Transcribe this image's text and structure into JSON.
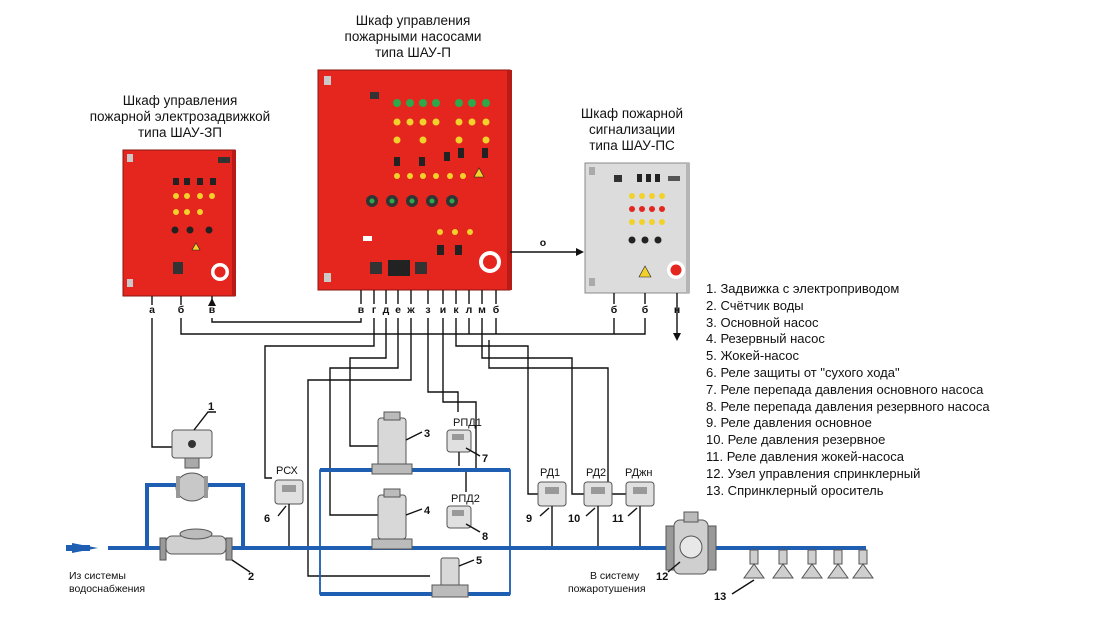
{
  "cabinets": {
    "shau_zp": {
      "lines": [
        "Шкаф управления",
        "пожарной электрозадвижкой",
        "типа ШАУ-ЗП"
      ],
      "color": "#e4261f"
    },
    "shau_p": {
      "lines": [
        "Шкаф управления",
        "пожарными насосами",
        "типа ШАУ-П"
      ],
      "color": "#e4261f"
    },
    "shau_ps": {
      "lines": [
        "Шкаф пожарной",
        "сигнализации",
        "типа ШАУ-ПС"
      ],
      "color": "#dcdcdc"
    }
  },
  "terminals": {
    "zp": [
      "а",
      "б",
      "в"
    ],
    "p": [
      "в",
      "г",
      "д",
      "е",
      "ж",
      "з",
      "и",
      "к",
      "л",
      "м",
      "б"
    ],
    "ps": [
      "б",
      "б",
      "н"
    ],
    "link": "о"
  },
  "devices": {
    "rsx": "РСХ",
    "rpd1": "РПД1",
    "rpd2": "РПД2",
    "rd1": "РД1",
    "rd2": "РД2",
    "rdzhn": "РДжн"
  },
  "numbers": [
    "1",
    "2",
    "3",
    "4",
    "5",
    "6",
    "7",
    "8",
    "9",
    "10",
    "11",
    "12",
    "13"
  ],
  "labels": {
    "from_line1": "Из системы",
    "from_line2": "водоснабжения",
    "to_line1": "В систему",
    "to_line2": "пожаротушения"
  },
  "legend": [
    "1. Задвижка с электроприводом",
    "2. Счётчик воды",
    "3. Основной насос",
    "4. Резервный насос",
    "5. Жокей-насос",
    "6. Реле защиты от \"сухого хода\"",
    "7. Реле перепада давления основного насоса",
    "8. Реле перепада давления резервного насоса",
    "9. Реле давления основное",
    "10. Реле давления резервное",
    "11. Реле давления жокей-насоса",
    "12. Узел управления спринклерный",
    "13. Спринклерный ороситель"
  ],
  "colors": {
    "pipe": "#1e5fb3",
    "cabinet_red": "#e4261f",
    "cabinet_grey": "#dcdcdc",
    "wire": "#111111"
  }
}
